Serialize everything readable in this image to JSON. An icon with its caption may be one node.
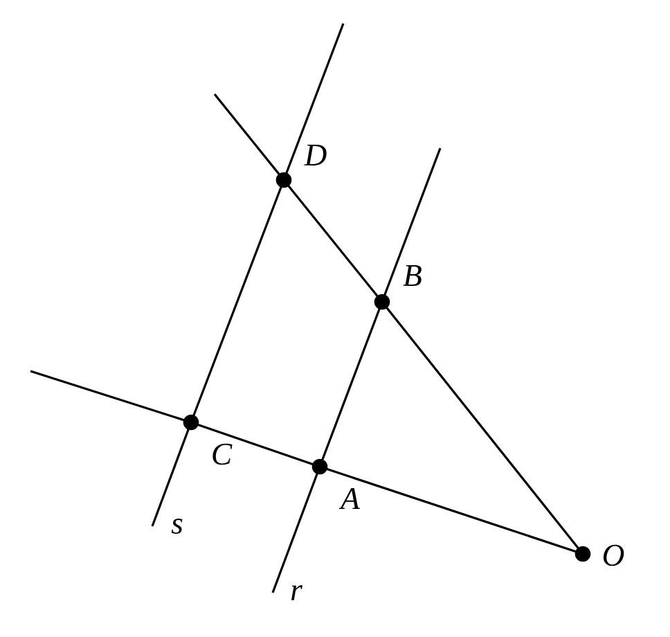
{
  "diagram": {
    "nodes": [
      {
        "text": [
          "D"
        ]
      },
      {
        "text": [
          "B"
        ]
      },
      {
        "text": [
          "C"
        ]
      },
      {
        "text": [
          "A"
        ]
      },
      {
        "text": [
          "O"
        ]
      }
    ],
    "edges": [
      {
        "from": 4,
        "to": 3,
        "arrow": "none"
      },
      {
        "from": 3,
        "to": 2,
        "arrow": "none"
      },
      {
        "from": 4,
        "to": 1,
        "arrow": "none"
      },
      {
        "from": 1,
        "to": 0,
        "arrow": "none"
      },
      {
        "from": 3,
        "to": 1,
        "arrow": "none"
      },
      {
        "from": 2,
        "to": 0,
        "arrow": "none"
      }
    ],
    "labels": [
      "s",
      "r"
    ]
  }
}
